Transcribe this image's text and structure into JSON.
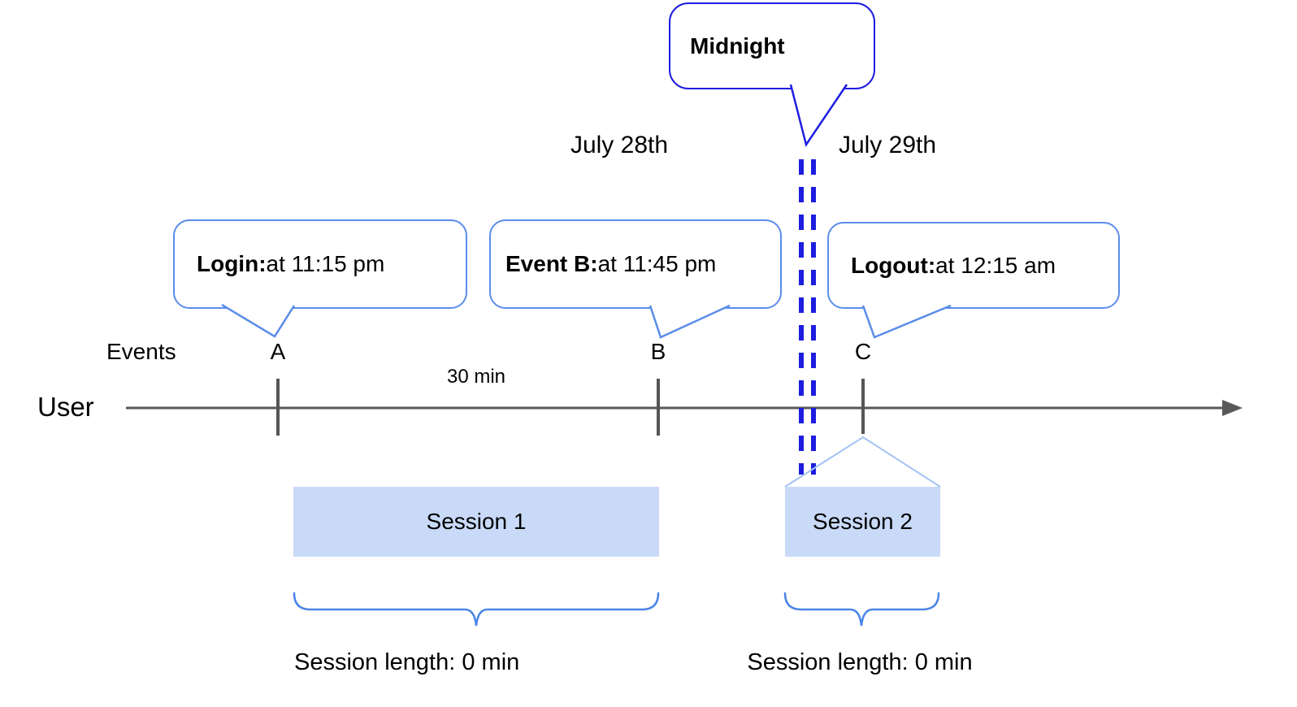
{
  "diagram": {
    "midnight_callout": {
      "label": "Midnight"
    },
    "dates": {
      "left": "July 28th",
      "right": "July 29th"
    },
    "callouts": [
      {
        "title": "Login:",
        "detail": " at 11:15 pm"
      },
      {
        "title": "Event B:",
        "detail": " at 11:45 pm"
      },
      {
        "title": "Logout:",
        "detail": " at 12:15 am"
      }
    ],
    "timeline": {
      "events_label": "Events",
      "user_label": "User",
      "event_marks": [
        "A",
        "B",
        "C"
      ],
      "interval_label": "30 min"
    },
    "sessions": [
      {
        "name": "Session 1",
        "length_label": "Session length: 0 min"
      },
      {
        "name": "Session 2",
        "length_label": "Session length: 0 min"
      }
    ],
    "colors": {
      "midnight_blue": "#1d1de0",
      "callout_border_blue": "#5b8de9",
      "brace_blue": "#4a86e8",
      "fan_light_blue": "#a4c2f4",
      "session_fill": "#c9daf8",
      "timeline_gray": "#595959",
      "text": "#000000"
    }
  }
}
